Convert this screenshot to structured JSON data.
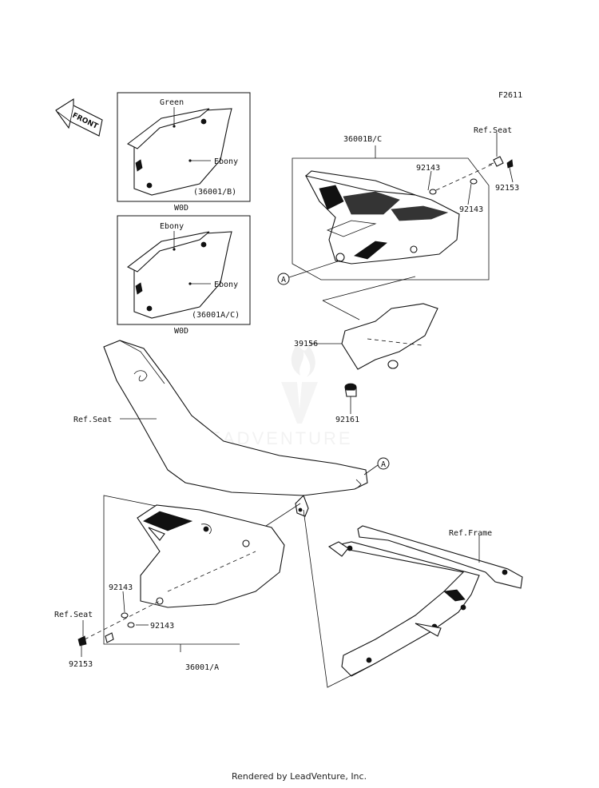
{
  "figure_code": "F2611",
  "front_label": "FRONT",
  "watermark": "LEADVENTURE",
  "footer": "Rendered by LeadVenture, Inc.",
  "callouts": {
    "top_inset_color_1": "Green",
    "top_inset_color_2": "Ebony",
    "top_inset_part": "(36001/B)",
    "top_inset_caption": "W0D",
    "mid_inset_color_1": "Ebony",
    "mid_inset_color_2": "Ebony",
    "mid_inset_part": "(36001A/C)",
    "mid_inset_caption": "W0D",
    "right_cover_part": "36001B/C",
    "ref_seat_top": "Ref.Seat",
    "washer_upper": "92143",
    "bolt_upper": "92153",
    "washer_upper_2": "92143",
    "marker_a_upper": "A",
    "pad_part": "39156",
    "damper_part": "92161",
    "seat_ref": "Ref.Seat",
    "marker_a_lower": "A",
    "frame_ref": "Ref.Frame",
    "washer_lower": "92143",
    "ref_seat_left": "Ref.Seat",
    "washer_lower_2": "92143",
    "bolt_lower": "92153",
    "left_cover_part": "36001/A"
  }
}
